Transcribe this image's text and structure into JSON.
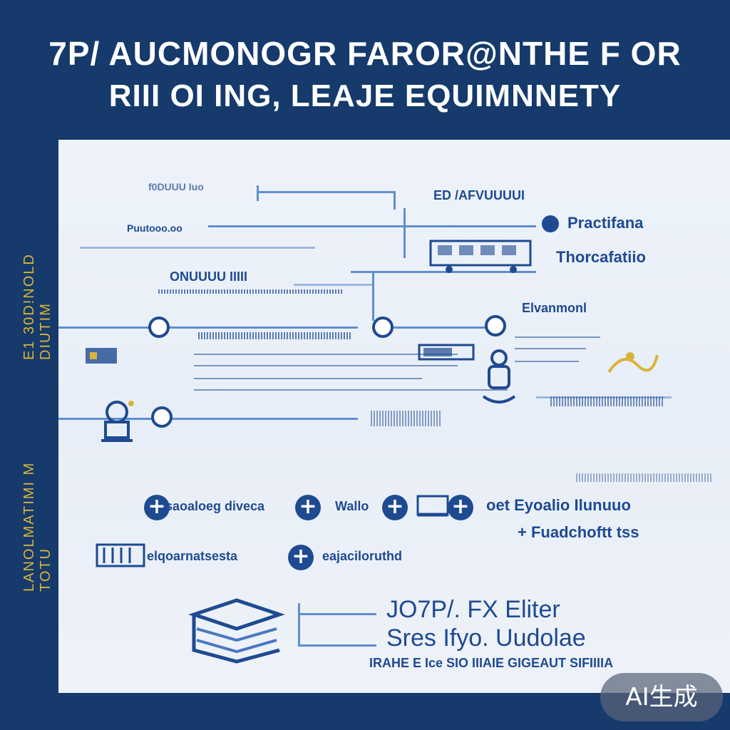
{
  "header": {
    "line1": "7P/ AUCMONOGR FAROR@NTHE F OR",
    "line2": "RIII OI ING, LEAJE EQUIMNNETY"
  },
  "side": {
    "upper": "E1 30D!NOLD DIUTIM",
    "lower": "LANOLMATIMI M TOTU"
  },
  "labels": {
    "l_top_small": "f0DUUU Iuo",
    "l_mid_small": "Puutooo.oo",
    "l_center": "ONUUUU IIIII",
    "l_top_right": "ED /AFVUUUUI",
    "l_practicana": "Practifana",
    "l_thorcafatiio": "Thorcafatiio",
    "l_elvanmonl": "Elvanmonl",
    "l_row1_a": "Ilsaoaloeg diveca",
    "l_row1_b": "Wallo",
    "l_row1_c": "oet Eyoalio Ilunuuo",
    "l_row1_d": "+ Fuadchoftt tss",
    "l_row2_a": "elqoarnatsesta",
    "l_row2_b": "eajaciloruthd",
    "l_bottom_1": "JO7P/. FX Eliter",
    "l_bottom_2": "Sres Ifyo. Uudolae",
    "l_bottom_3": "IRAHE E Ice SIO IIIAIE GIGEAUT SIFIIIIA",
    "badge": "AI生成"
  },
  "colors": {
    "background": "#153a6b",
    "accent": "#1e4a91",
    "gold": "#d8b43a",
    "line": "#5f8fcf"
  }
}
